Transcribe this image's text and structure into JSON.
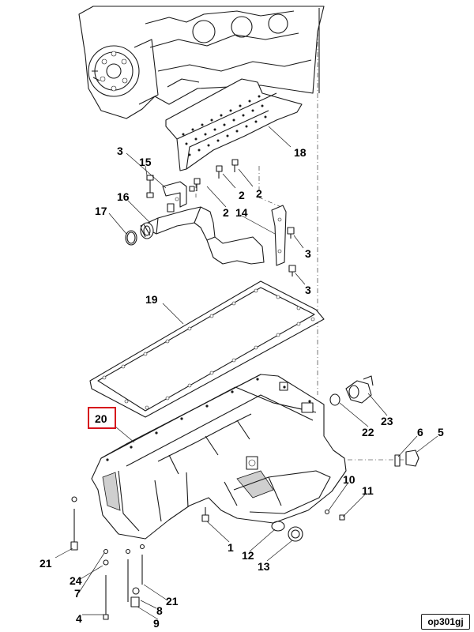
{
  "diagram": {
    "reference_code": "op301gj",
    "highlighted_callout": "20",
    "highlight_color": "#d6111b",
    "callouts": {
      "c18": "18",
      "c3a": "3",
      "c15": "15",
      "c2a": "2",
      "c2b": "2",
      "c16": "16",
      "c17": "17",
      "c2c": "2",
      "c14": "14",
      "c3b": "3",
      "c3c": "3",
      "c19": "19",
      "c20": "20",
      "c22": "22",
      "c23": "23",
      "c6": "6",
      "c5": "5",
      "c10": "10",
      "c11": "11",
      "c1": "1",
      "c12": "12",
      "c13": "13",
      "c21a": "21",
      "c24": "24",
      "c7": "7",
      "c4": "4",
      "c21b": "21",
      "c8": "8",
      "c9": "9"
    }
  }
}
